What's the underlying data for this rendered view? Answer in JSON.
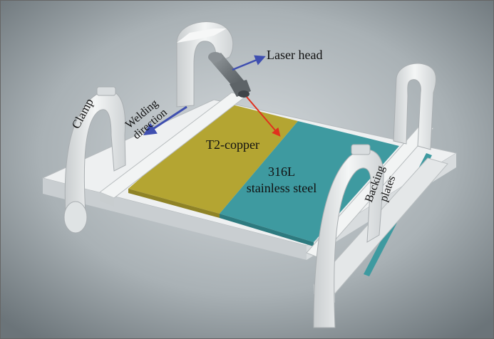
{
  "labels": {
    "laser_head": "Laser head",
    "clamp": "Clamp",
    "welding_line1": "Welding",
    "welding_line2": "direction",
    "copper": "T2-copper",
    "steel_line1": "316L",
    "steel_line2": "stainless steel",
    "backing_line1": "Backing",
    "backing_line2": "plates"
  },
  "colors": {
    "copper": "#b4a532",
    "steel": "#3e9aa0",
    "fixture": "#e8ebec",
    "arrow_blue": "#3f4fb0",
    "arrow_red": "#e0301e"
  }
}
